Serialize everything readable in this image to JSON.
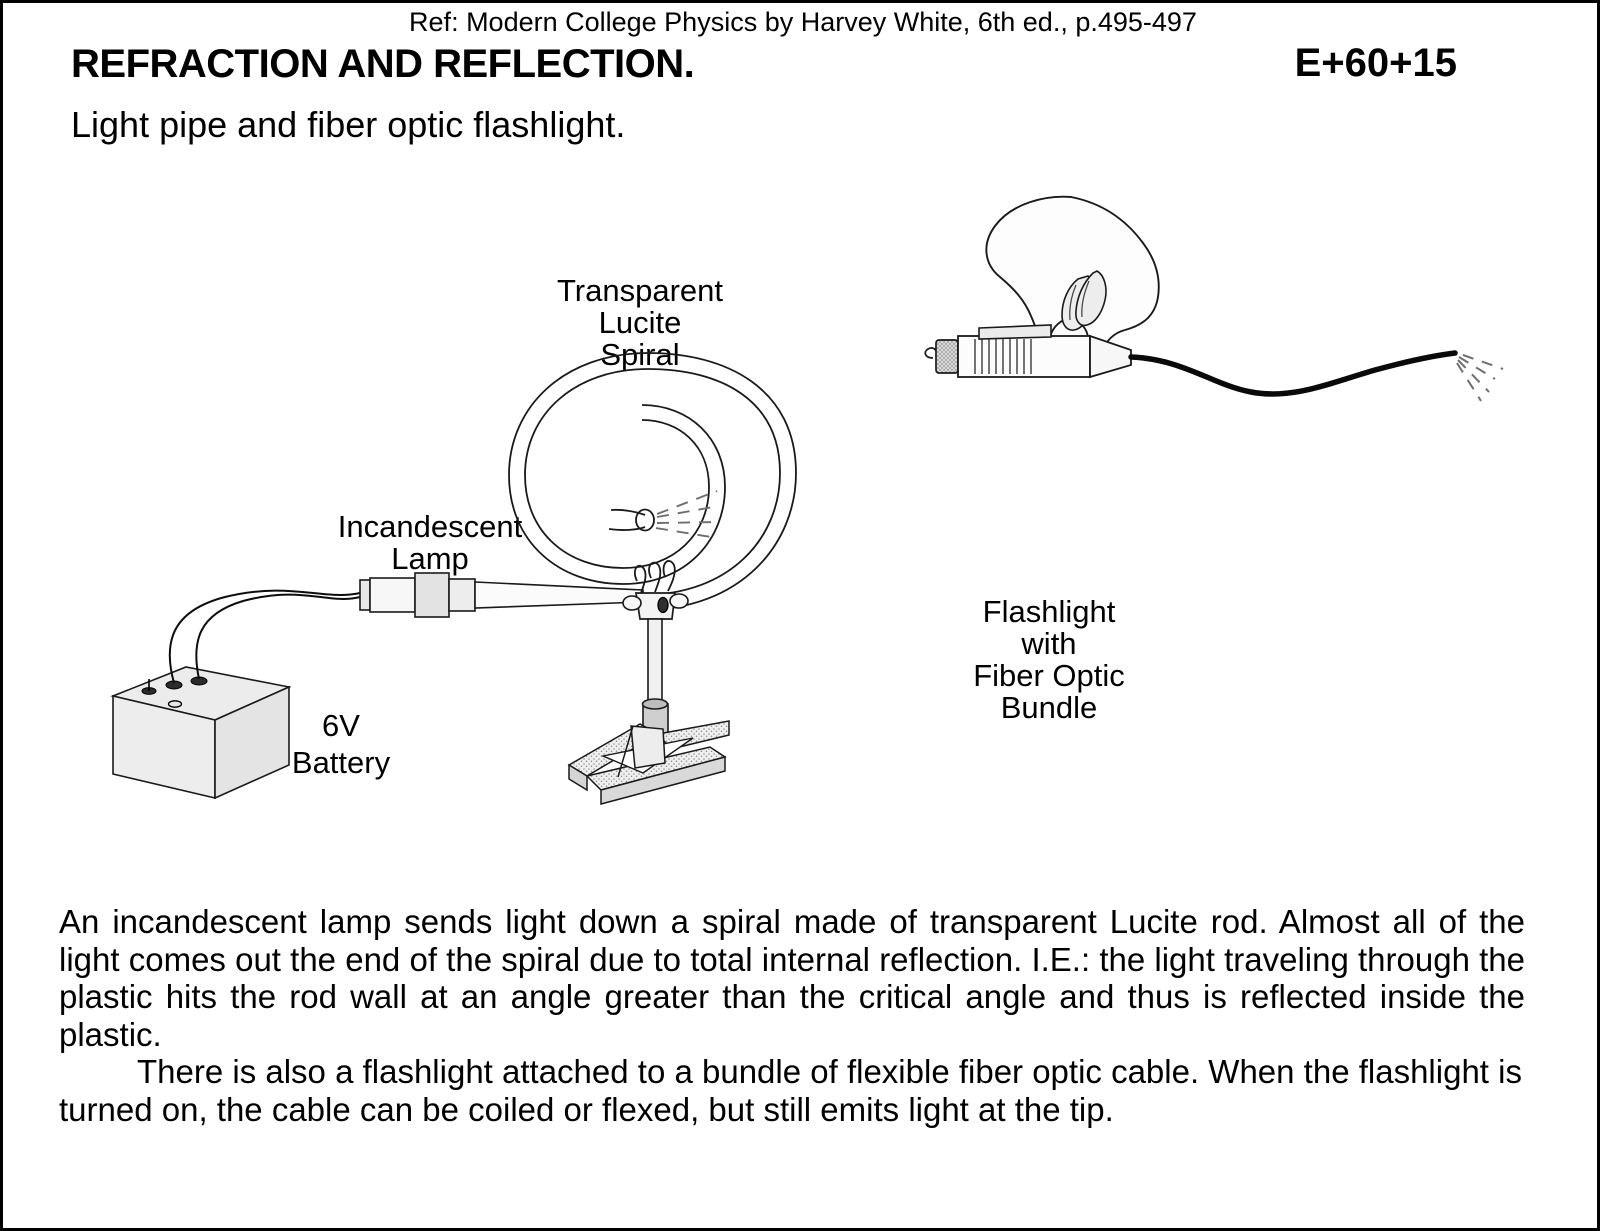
{
  "header": {
    "reference": "Ref: Modern College Physics by Harvey White, 6th ed., p.495-497",
    "title": "REFRACTION AND REFLECTION.",
    "code": "E+60+15",
    "subtitle": "Light pipe and fiber optic flashlight."
  },
  "figure": {
    "labels": {
      "spiral": [
        "Transparent",
        "Lucite",
        "Spiral"
      ],
      "lamp": [
        "Incandescent",
        "Lamp"
      ],
      "battery": [
        "6V",
        "Battery"
      ],
      "flashlight": [
        "Flashlight",
        "with",
        "Fiber Optic",
        "Bundle"
      ]
    }
  },
  "body": {
    "paragraph1": "An incandescent lamp sends light down a spiral made of transparent Lucite rod. Almost all of the light comes out the end of the spiral due to total internal reflection. I.E.: the light traveling through the plastic hits the rod wall at an angle greater than the critical angle and thus is reflected inside the plastic.",
    "paragraph2": "There is also a flashlight attached to a bundle of flexible fiber optic cable. When the flashlight is  turned on, the cable can be coiled or flexed, but still emits light at the tip."
  },
  "colors": {
    "ink": "#000000",
    "page": "#ffffff",
    "metal_light": "#f2f2f2",
    "metal_mid": "#e2e2e2",
    "metal_dark": "#c9c9c9",
    "ray": "#6b6b6b"
  }
}
